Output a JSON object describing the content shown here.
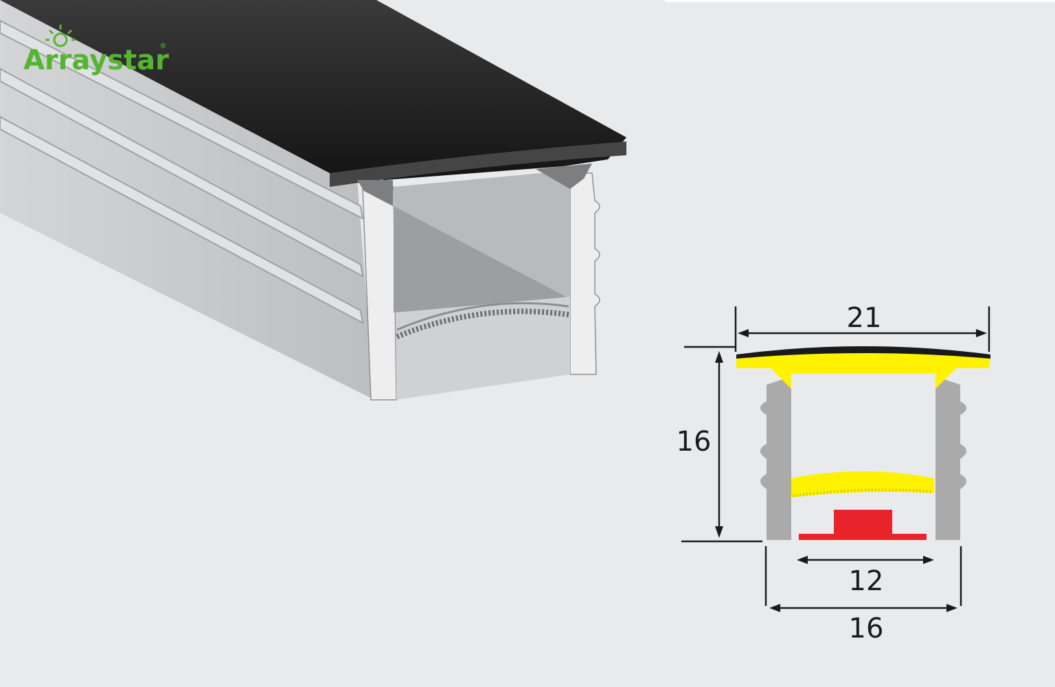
{
  "brand": {
    "logo_text": "Arraystar",
    "registered_mark": "®",
    "color": "#55b531"
  },
  "cross_section": {
    "dimensions": {
      "top_width": "21",
      "height": "16",
      "inner_width": "12",
      "bottom_width": "16"
    },
    "colors": {
      "diffuser": "#fff200",
      "led_strip": "#e8232a",
      "housing": "#aaaaaa",
      "cover": "#1a1a1a"
    }
  },
  "render_3d": {
    "colors": {
      "cover": "#2e2e2e",
      "profile": "#c7c8ca",
      "inner": "#a9aaac"
    }
  }
}
